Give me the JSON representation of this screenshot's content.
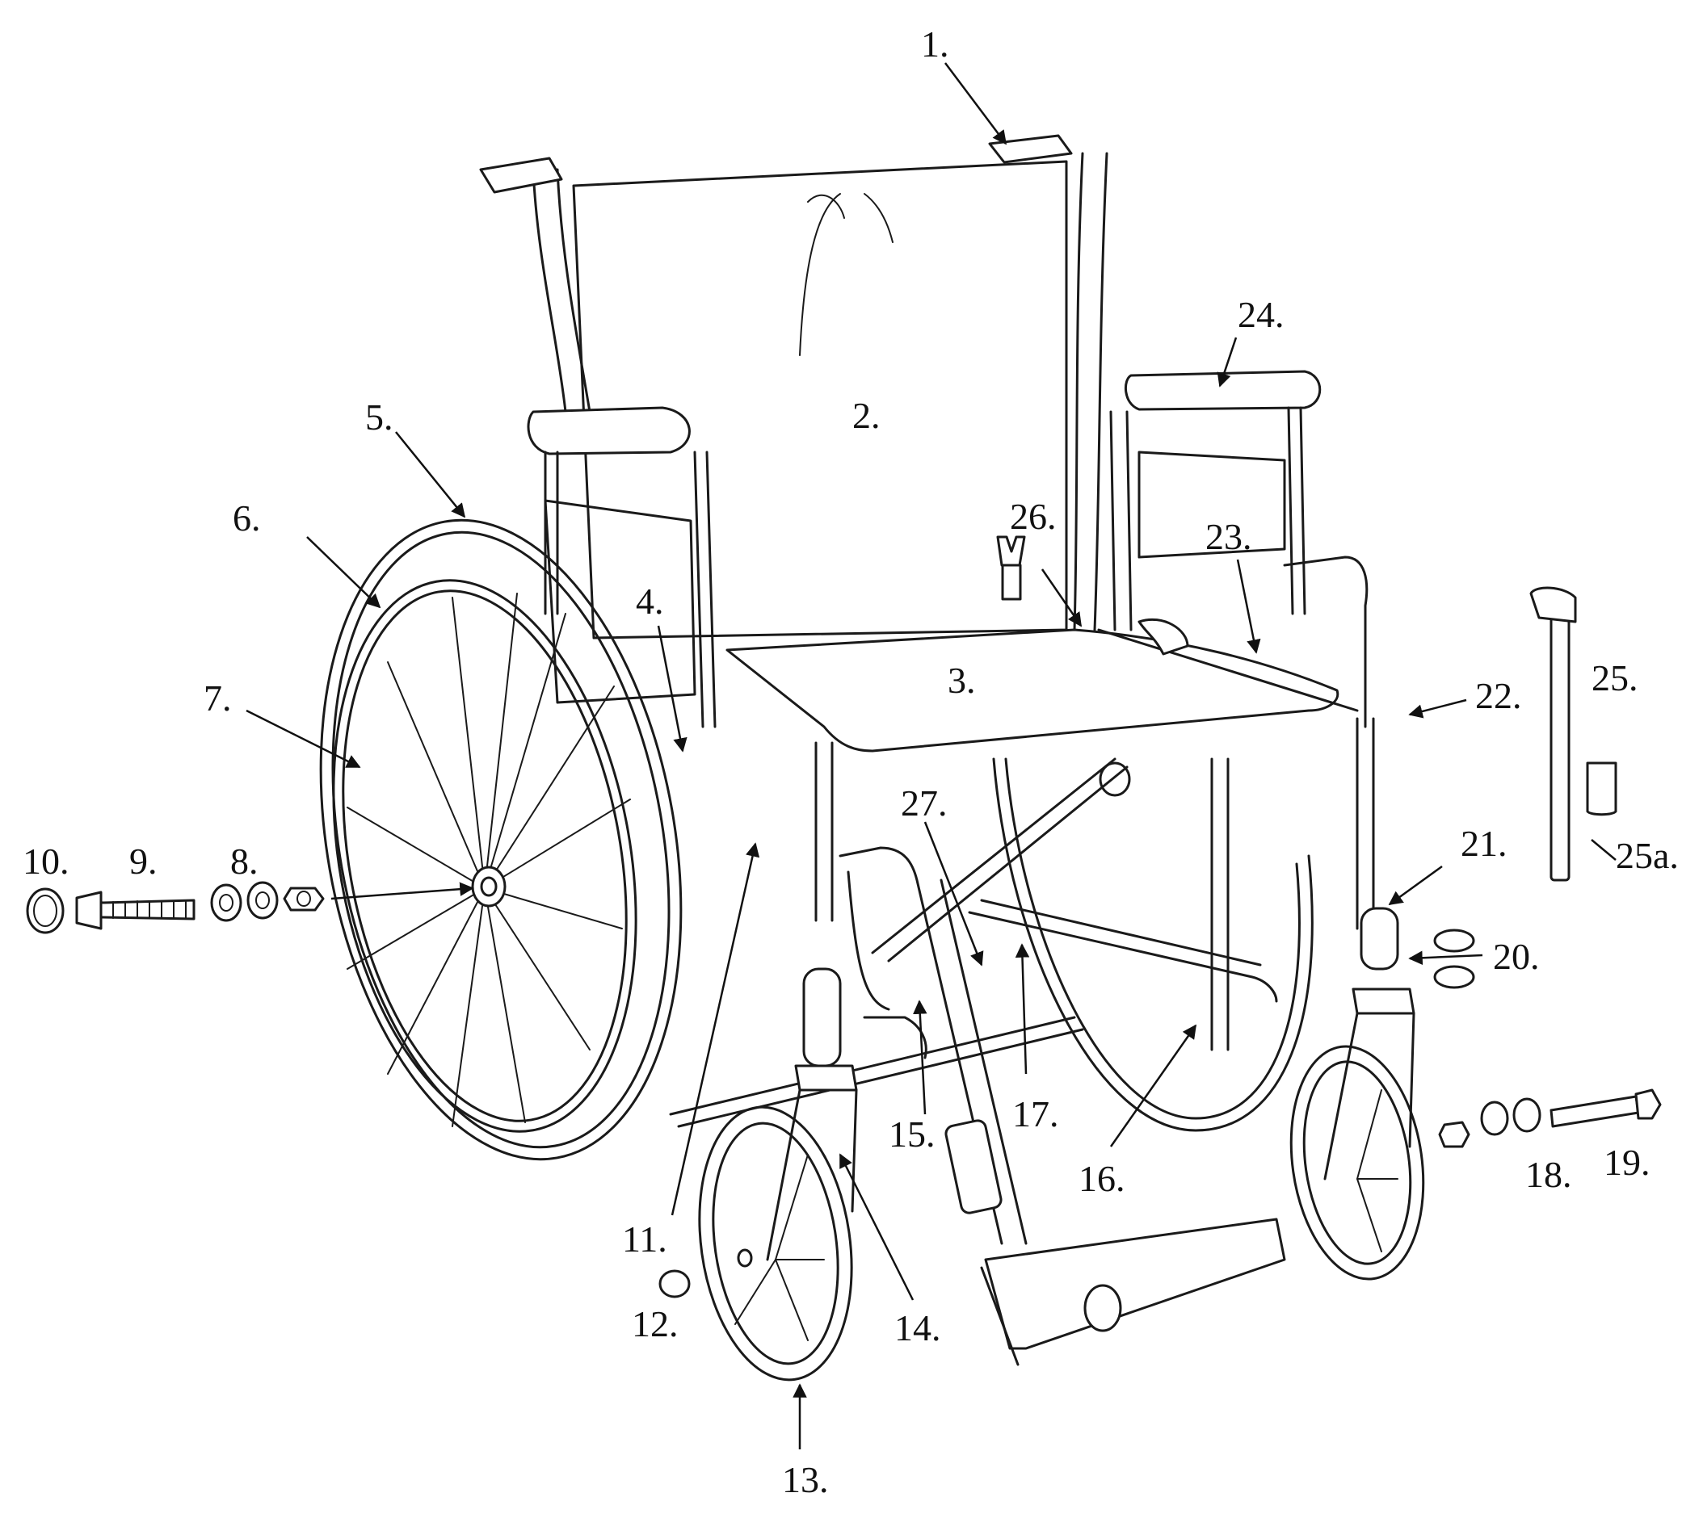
{
  "diagram": {
    "colors": {
      "line": "#1a1a1a",
      "label": "#111111",
      "background": "#ffffff"
    },
    "callouts": [
      {
        "id": "c1",
        "text": "1."
      },
      {
        "id": "c2",
        "text": "2."
      },
      {
        "id": "c3",
        "text": "3."
      },
      {
        "id": "c4",
        "text": "4."
      },
      {
        "id": "c5",
        "text": "5."
      },
      {
        "id": "c6",
        "text": "6."
      },
      {
        "id": "c7",
        "text": "7."
      },
      {
        "id": "c8",
        "text": "8."
      },
      {
        "id": "c9",
        "text": "9."
      },
      {
        "id": "c10",
        "text": "10."
      },
      {
        "id": "c11",
        "text": "11."
      },
      {
        "id": "c12",
        "text": "12."
      },
      {
        "id": "c13",
        "text": "13."
      },
      {
        "id": "c14",
        "text": "14."
      },
      {
        "id": "c15",
        "text": "15."
      },
      {
        "id": "c16",
        "text": "16."
      },
      {
        "id": "c17",
        "text": "17."
      },
      {
        "id": "c18",
        "text": "18."
      },
      {
        "id": "c19",
        "text": "19."
      },
      {
        "id": "c20",
        "text": "20."
      },
      {
        "id": "c21",
        "text": "21."
      },
      {
        "id": "c22",
        "text": "22."
      },
      {
        "id": "c23",
        "text": "23."
      },
      {
        "id": "c24",
        "text": "24."
      },
      {
        "id": "c25",
        "text": "25."
      },
      {
        "id": "c25a",
        "text": "25a."
      },
      {
        "id": "c26",
        "text": "26."
      },
      {
        "id": "c27",
        "text": "27."
      }
    ]
  }
}
